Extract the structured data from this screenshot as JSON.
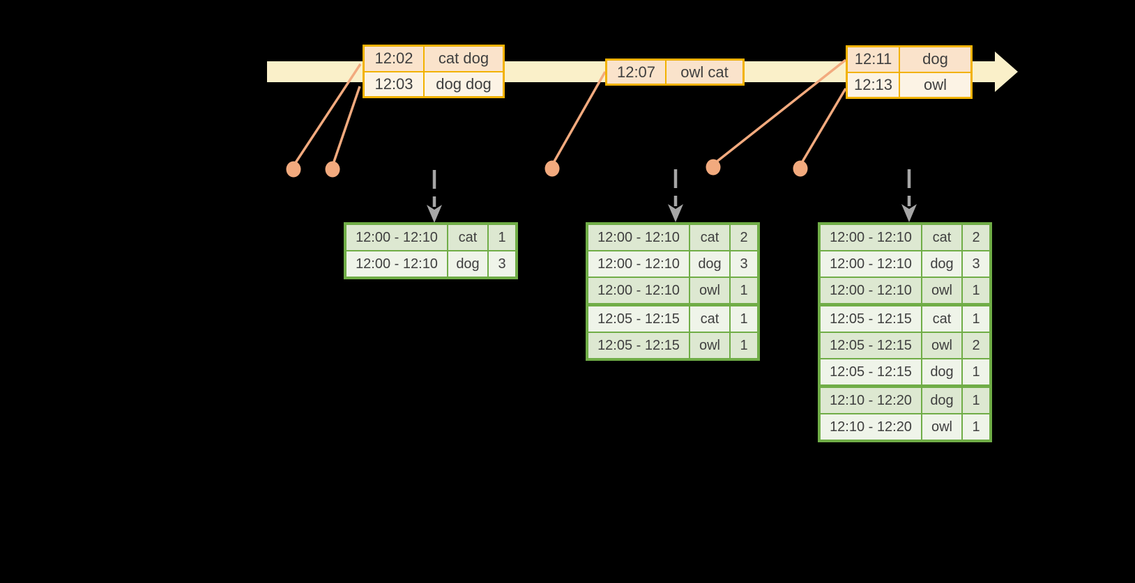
{
  "diagram_title": "windowed-grouped-aggregation-stream",
  "colors": {
    "background": "#000000",
    "timeline_band": "#FAF0C9",
    "event_border": "#F2B200",
    "event_row_peach": "#FAE3CB",
    "event_row_cream": "#FCF3E5",
    "marker_salmon": "#F2AA7E",
    "trigger_arrow_gray": "#A6A6A6",
    "result_border": "#70AD47",
    "result_row_dark": "#DDE8D1",
    "result_row_light": "#EFF4E9",
    "text": "#3f3f3f"
  },
  "event_tables": [
    {
      "rows": [
        {
          "time": "12:02",
          "words": "cat dog"
        },
        {
          "time": "12:03",
          "words": "dog dog"
        }
      ]
    },
    {
      "rows": [
        {
          "time": "12:07",
          "words": "owl cat"
        }
      ]
    },
    {
      "rows": [
        {
          "time": "12:11",
          "words": "dog"
        },
        {
          "time": "12:13",
          "words": "owl"
        }
      ]
    }
  ],
  "result_tables": [
    {
      "rows": [
        {
          "window": "12:00 - 12:10",
          "word": "cat",
          "count": "1"
        },
        {
          "window": "12:00 - 12:10",
          "word": "dog",
          "count": "3"
        }
      ]
    },
    {
      "rows": [
        {
          "window": "12:00 - 12:10",
          "word": "cat",
          "count": "2"
        },
        {
          "window": "12:00 - 12:10",
          "word": "dog",
          "count": "3"
        },
        {
          "window": "12:00 - 12:10",
          "word": "owl",
          "count": "1"
        },
        {
          "window": "12:05 - 12:15",
          "word": "cat",
          "count": "1"
        },
        {
          "window": "12:05 - 12:15",
          "word": "owl",
          "count": "1"
        }
      ]
    },
    {
      "rows": [
        {
          "window": "12:00 - 12:10",
          "word": "cat",
          "count": "2"
        },
        {
          "window": "12:00 - 12:10",
          "word": "dog",
          "count": "3"
        },
        {
          "window": "12:00 - 12:10",
          "word": "owl",
          "count": "1"
        },
        {
          "window": "12:05 - 12:15",
          "word": "cat",
          "count": "1"
        },
        {
          "window": "12:05 - 12:15",
          "word": "owl",
          "count": "2"
        },
        {
          "window": "12:05 - 12:15",
          "word": "dog",
          "count": "1"
        },
        {
          "window": "12:10 - 12:20",
          "word": "dog",
          "count": "1"
        },
        {
          "window": "12:10 - 12:20",
          "word": "owl",
          "count": "1"
        }
      ]
    }
  ]
}
